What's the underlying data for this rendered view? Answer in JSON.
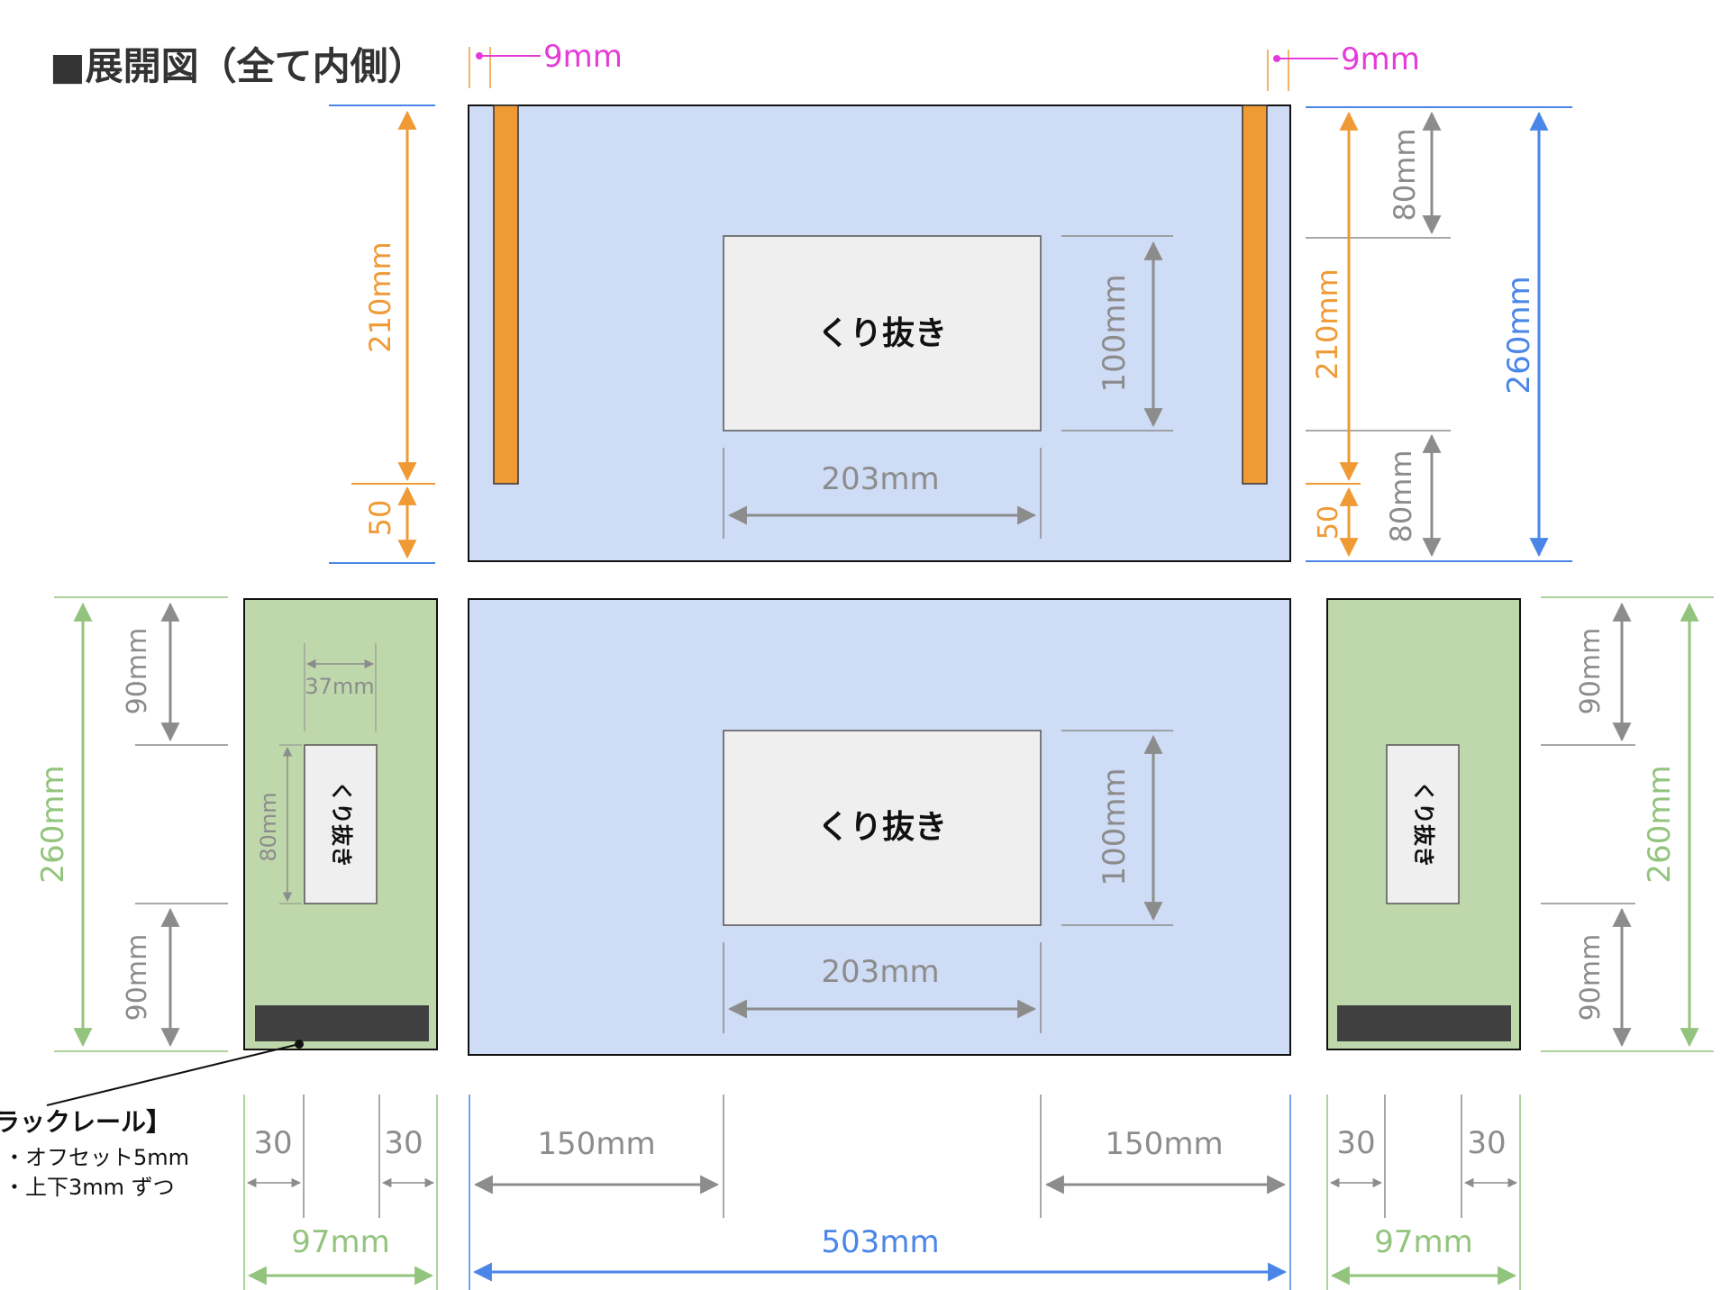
{
  "title": "■展開図（全て内側）",
  "colors": {
    "blue_panel": "#cfdcf5",
    "green_panel": "#bfd8ab",
    "orange": "#f09a36",
    "gray": "#8c8c8c",
    "green_dim": "#93c47d",
    "blue_dim": "#4a86e8",
    "magenta": "#e53bd8",
    "cutout": "#efefef",
    "rail": "#404040"
  },
  "labels": {
    "cutout": "くり抜き",
    "cutout_side": "くり抜き",
    "dim_9mm_left": "9mm",
    "dim_9mm_right": "9mm",
    "dim_210_left": "210mm",
    "dim_50_left": "50",
    "dim_210_right": "210mm",
    "dim_50_right": "50",
    "dim_80_top": "80mm",
    "dim_80_bottom": "80mm",
    "dim_260_right_top": "260mm",
    "dim_100_top": "100mm",
    "dim_203_top": "203mm",
    "dim_100_bottom": "100mm",
    "dim_203_bottom": "203mm",
    "dim_260_left": "260mm",
    "dim_90_left_top": "90mm",
    "dim_90_left_bottom": "90mm",
    "dim_37": "37mm",
    "dim_80_side": "80mm",
    "dim_90_right_top": "90mm",
    "dim_90_right_bottom": "90mm",
    "dim_260_right": "260mm",
    "dim_30_a": "30",
    "dim_30_b": "30",
    "dim_30_c": "30",
    "dim_30_d": "30",
    "dim_97_left": "97mm",
    "dim_97_right": "97mm",
    "dim_150_left": "150mm",
    "dim_150_right": "150mm",
    "dim_503": "503mm"
  },
  "note": {
    "heading": "ラックレール】",
    "line1": "・オフセット5mm",
    "line2": "・上下3mm ずつ"
  }
}
